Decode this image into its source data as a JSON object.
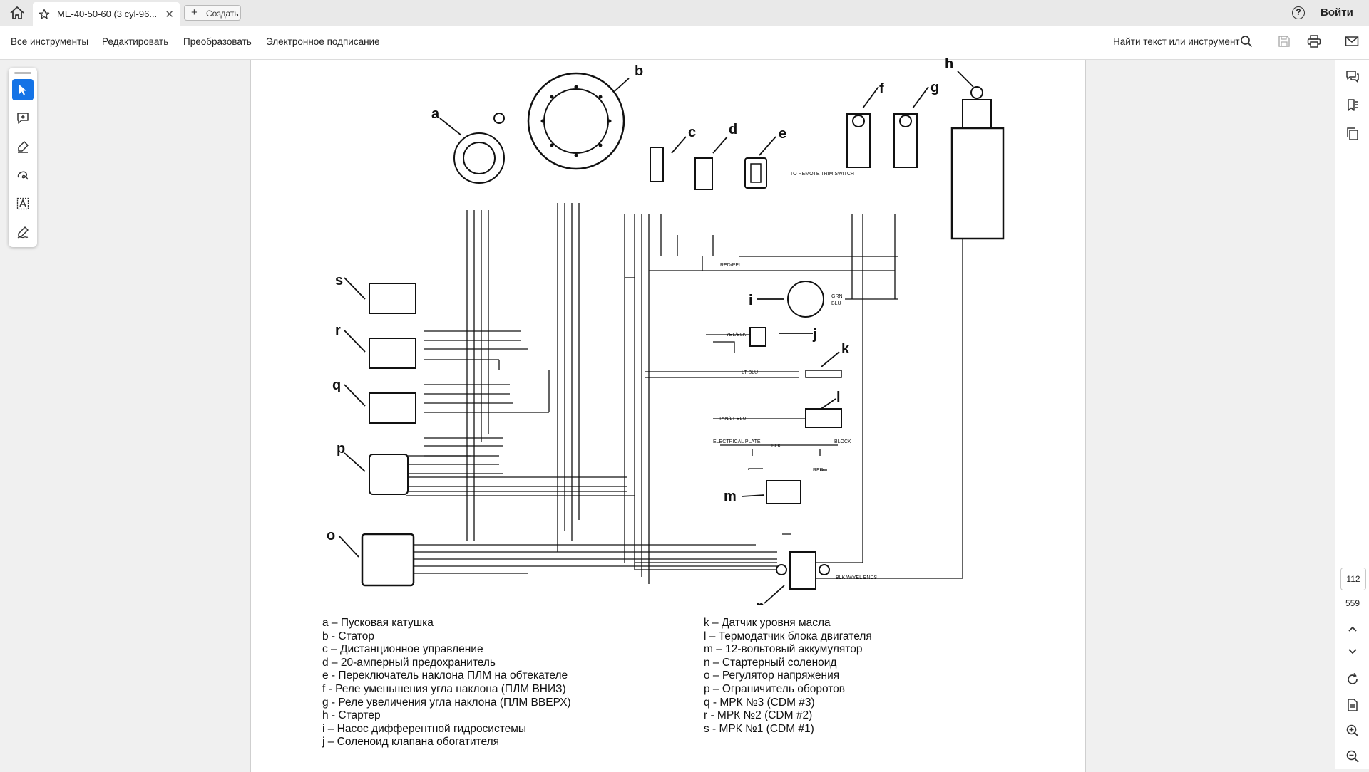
{
  "tabbar": {
    "tab_title": "ME-40-50-60 (3 cyl-96...",
    "create_label": "Создать",
    "signin_label": "Войти"
  },
  "toolbar": {
    "all_tools": "Все инструменты",
    "edit": "Редактировать",
    "convert": "Преобразовать",
    "esign": "Электронное подписание",
    "find_label": "Найти текст или инструмент"
  },
  "navigation": {
    "current_page": "112",
    "total_pages": "559"
  },
  "diagram": {
    "callouts": [
      "a",
      "b",
      "c",
      "d",
      "e",
      "f",
      "g",
      "h",
      "i",
      "j",
      "k",
      "l",
      "m",
      "n",
      "o",
      "p",
      "q",
      "r",
      "s"
    ],
    "remote_trim_label": "TO REMOTE TRIM SWITCH",
    "electrical_plate": "ELECTRICAL PLATE",
    "block": "BLOCK",
    "blk": "BLK",
    "red": "RED",
    "blk_yel_ends": "BLK W/YEL ENDS",
    "lt_blu": "LT BLU",
    "tan_lt_blu": "TAN/LT BLU",
    "yel_blk": "YEL/BLK",
    "red_ppl": "RED/PPL",
    "grn": "GRN",
    "blu": "BLU"
  },
  "legend": {
    "left": [
      "a – Пусковая катушка",
      "b - Статор",
      "c – Дистанционное управление",
      "d – 20-амперный предохранитель",
      "e - Переключатель наклона ПЛМ на обтекателе",
      "f - Реле уменьшения угла наклона (ПЛМ ВНИЗ)",
      "g - Реле увеличения угла наклона  (ПЛМ ВВЕРХ)",
      "h - Стартер",
      "i – Насос дифферентной гидросистемы",
      "j – Соленоид клапана обогатителя"
    ],
    "right": [
      "k – Датчик уровня масла",
      "l – Термодатчик блока двигателя",
      "m – 12-вольтовый аккумулятор",
      "n – Стартерный соленоид",
      "o – Регулятор напряжения",
      "p – Ограничитель оборотов",
      "q - МРК №3 (CDM #3)",
      "r - МРК №2 (CDM #2)",
      "s - МРК №1 (CDM #1)"
    ]
  }
}
